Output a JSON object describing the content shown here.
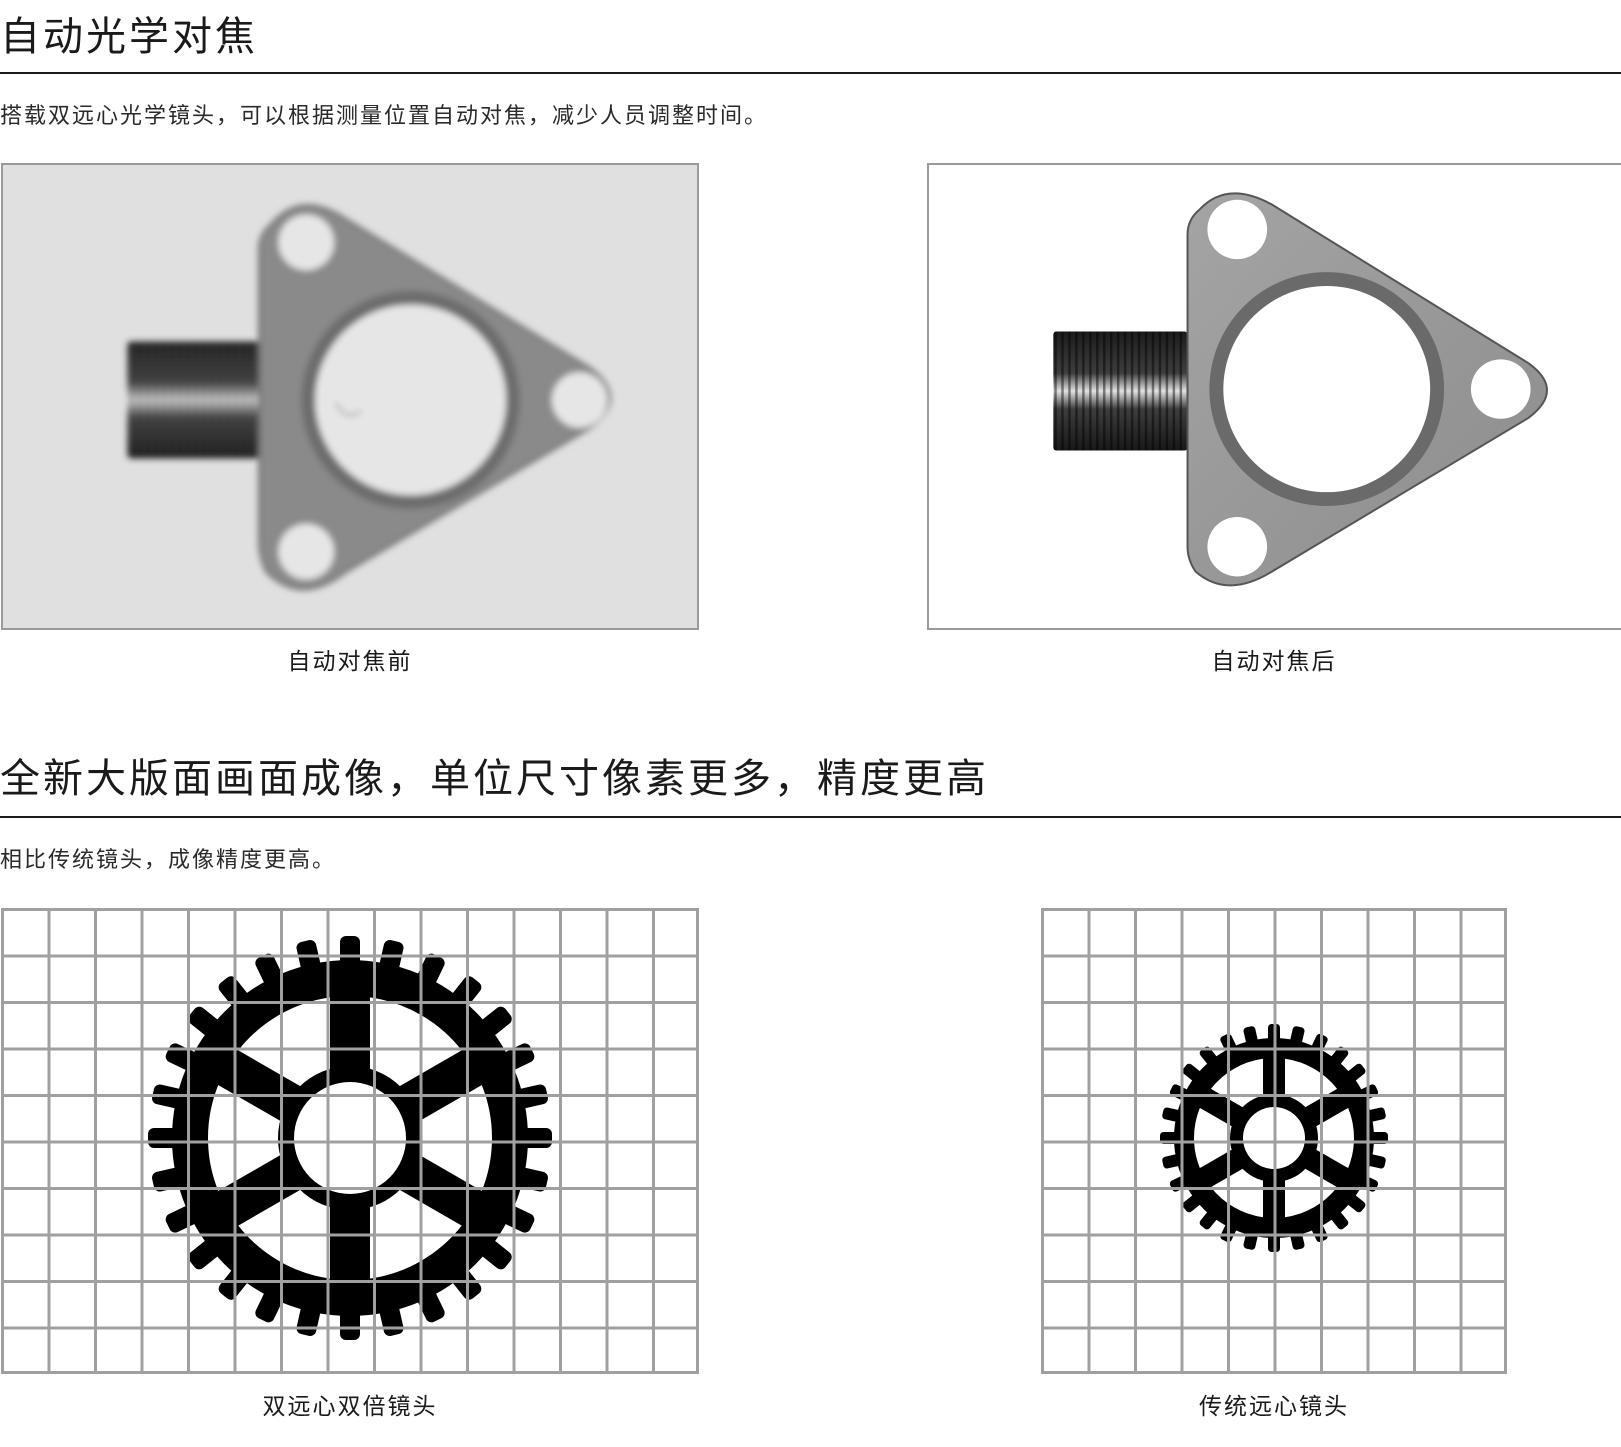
{
  "section1": {
    "title": "自动光学对焦",
    "description": "搭载双远心光学镜头，可以根据测量位置自动对焦，减少人员调整时间。",
    "image_before": {
      "caption": "自动对焦前"
    },
    "image_after": {
      "caption": "自动对焦后"
    }
  },
  "section2": {
    "title": "全新大版面画面成像，单位尺寸像素更多，精度更高",
    "description": "相比传统镜头，成像精度更高。",
    "image_left": {
      "caption": "双远心双倍镜头"
    },
    "image_right": {
      "caption": "传统远心镜头"
    }
  },
  "colors": {
    "text": "#1a1a1a",
    "rule": "#1a1a1a",
    "frame_border": "#9a9a9a",
    "grid_line": "#a0a0a0",
    "gear": "#000000"
  }
}
